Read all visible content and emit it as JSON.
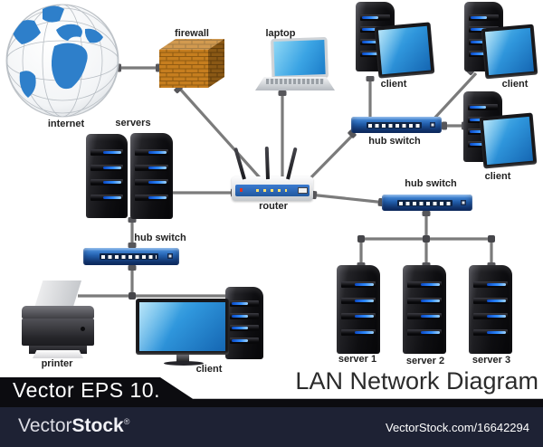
{
  "title": "LAN Network Diagram",
  "badge": "Vector EPS 10.",
  "labels": {
    "internet": "internet",
    "firewall": "firewall",
    "laptop": "laptop",
    "servers": "servers",
    "router": "router",
    "hub_switch_top": "hub switch",
    "hub_switch_right": "hub switch",
    "hub_switch_left": "hub switch",
    "client_top_left": "client",
    "client_top_right": "client",
    "client_right": "client",
    "client_bottom": "client",
    "printer": "printer",
    "server_1": "server 1",
    "server_2": "server 2",
    "server_3": "server 3"
  },
  "footer": {
    "brand_regular": "Vector",
    "brand_bold": "Stock",
    "registered": "®",
    "watermark": "VectorStock.com/16642294"
  },
  "colors": {
    "switch_blue": "#2565b5",
    "screen_blue": "#2f96dc",
    "led_blue": "#2f8bff",
    "device_black": "#151518",
    "brick_orange": "#c67e1f",
    "line_gray": "#7b7b7b",
    "banner_black": "#0c0c10",
    "footer_navy": "#1e2234"
  }
}
